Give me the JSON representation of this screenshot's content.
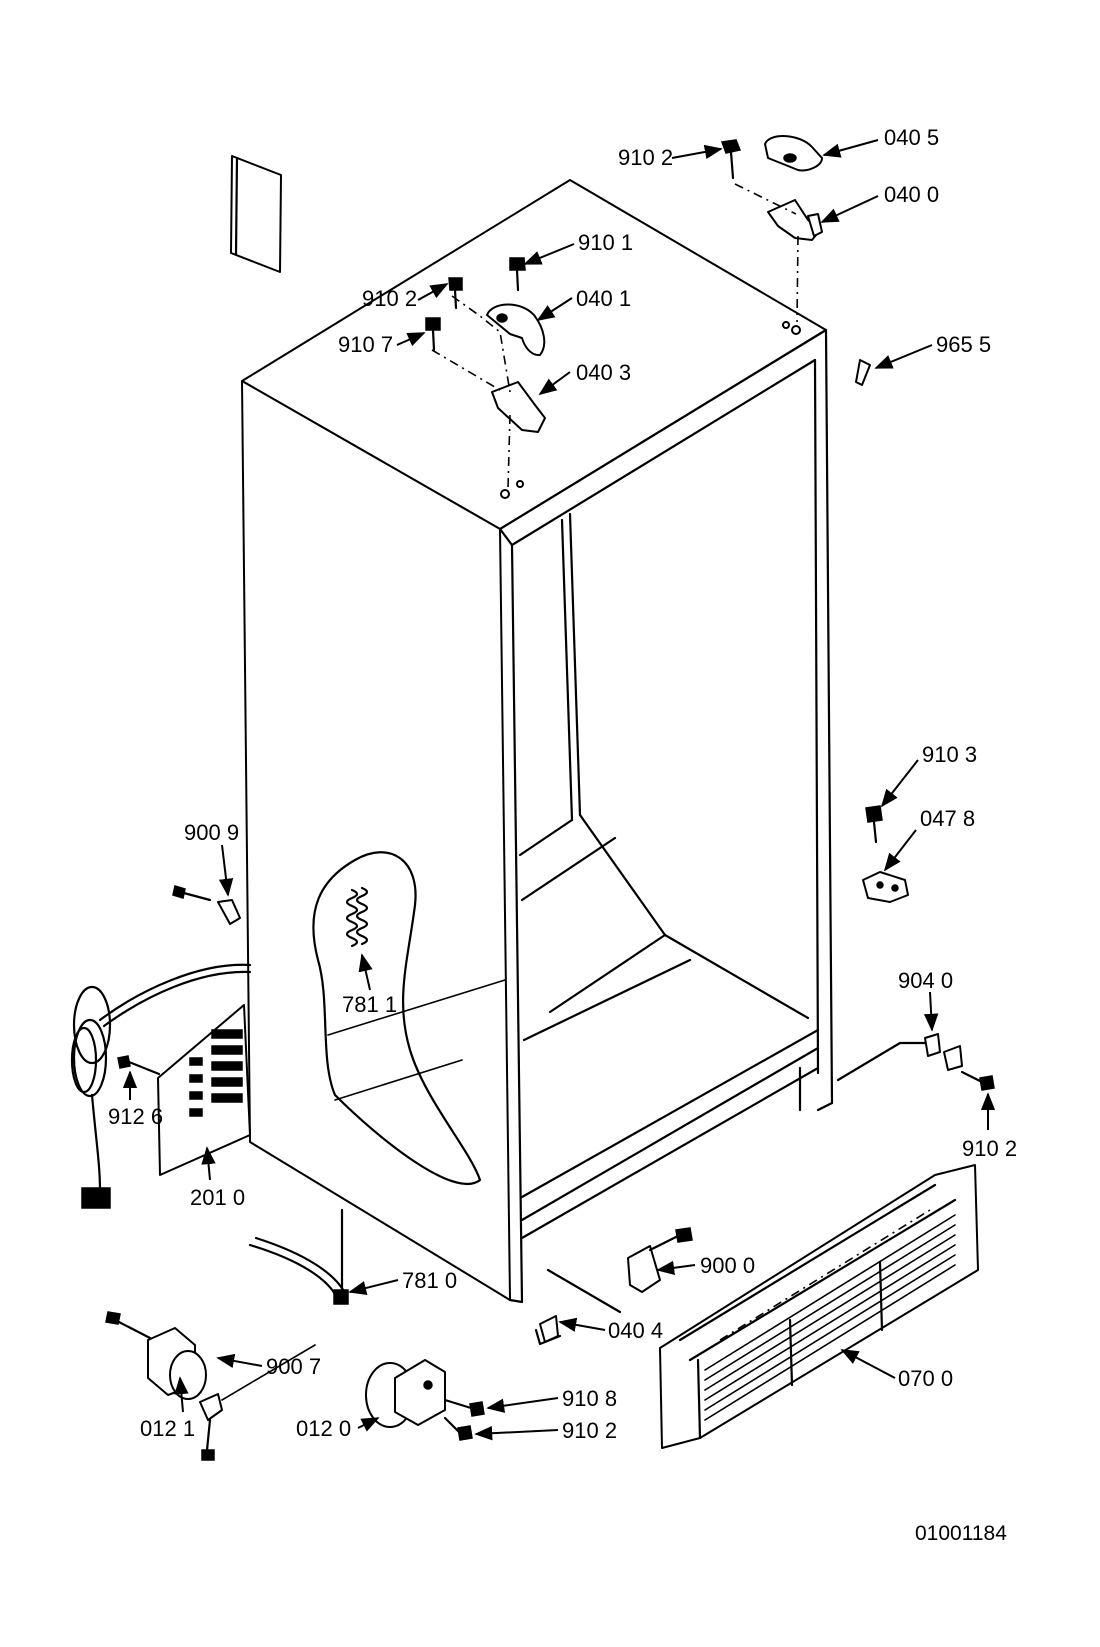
{
  "callouts": [
    {
      "id": "c-9102-top",
      "text": "910 2"
    },
    {
      "id": "c-0405",
      "text": "040 5"
    },
    {
      "id": "c-0400",
      "text": "040 0"
    },
    {
      "id": "c-9101",
      "text": "910 1"
    },
    {
      "id": "c-9102-mid",
      "text": "910 2"
    },
    {
      "id": "c-0401",
      "text": "040 1"
    },
    {
      "id": "c-9107",
      "text": "910 7"
    },
    {
      "id": "c-0403",
      "text": "040 3"
    },
    {
      "id": "c-9655",
      "text": "965 5"
    },
    {
      "id": "c-9103",
      "text": "910 3"
    },
    {
      "id": "c-0478",
      "text": "047 8"
    },
    {
      "id": "c-9009",
      "text": "900 9"
    },
    {
      "id": "c-7811",
      "text": "781 1"
    },
    {
      "id": "c-9040",
      "text": "904 0"
    },
    {
      "id": "c-9126",
      "text": "912 6"
    },
    {
      "id": "c-9102-right",
      "text": "910 2"
    },
    {
      "id": "c-2010",
      "text": "201 0"
    },
    {
      "id": "c-9000",
      "text": "900 0"
    },
    {
      "id": "c-7810",
      "text": "781 0"
    },
    {
      "id": "c-0404",
      "text": "040 4"
    },
    {
      "id": "c-9007",
      "text": "900 7"
    },
    {
      "id": "c-0700",
      "text": "070 0"
    },
    {
      "id": "c-0121",
      "text": "012 1"
    },
    {
      "id": "c-9108",
      "text": "910 8"
    },
    {
      "id": "c-0120",
      "text": "012 0"
    },
    {
      "id": "c-9102-bottom",
      "text": "910 2"
    }
  ],
  "drawing_number": "01001184"
}
